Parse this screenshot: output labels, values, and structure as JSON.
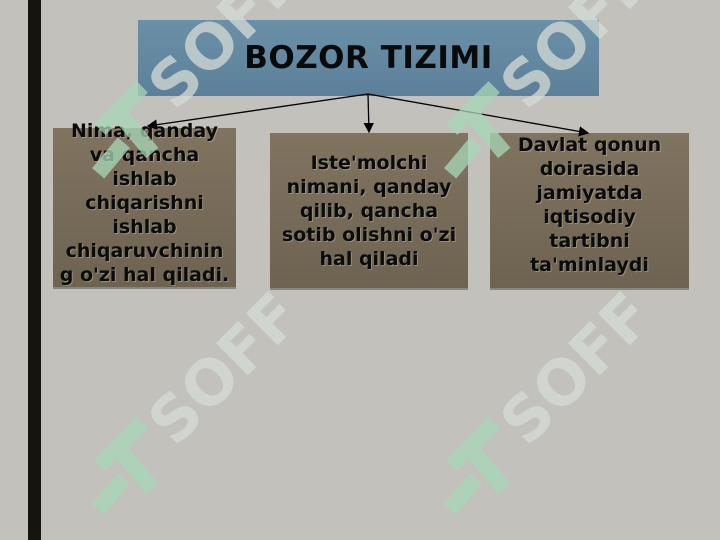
{
  "diagram": {
    "title": "BOZOR TIZIMI",
    "boxes": [
      {
        "text": "Nima, qanday va qancha ishlab chiqarishni ishlab chiqaruvchinin g o'zi hal qiladi."
      },
      {
        "text": "Iste'molchi nimani, qanday qilib, qancha sotib olishni o'zi hal qiladi"
      },
      {
        "text": "Davlat qonun doirasida jamiyatda iqtisodiy tartibni ta'minlaydi"
      }
    ]
  },
  "watermark": {
    "text": "SOFF",
    "icon": "leaf-logo-icon"
  },
  "colors": {
    "title_bg": "#6a90a8",
    "box_bg": "#7a6e5b",
    "background": "#c3c1bc",
    "left_bar": "#15140f"
  }
}
